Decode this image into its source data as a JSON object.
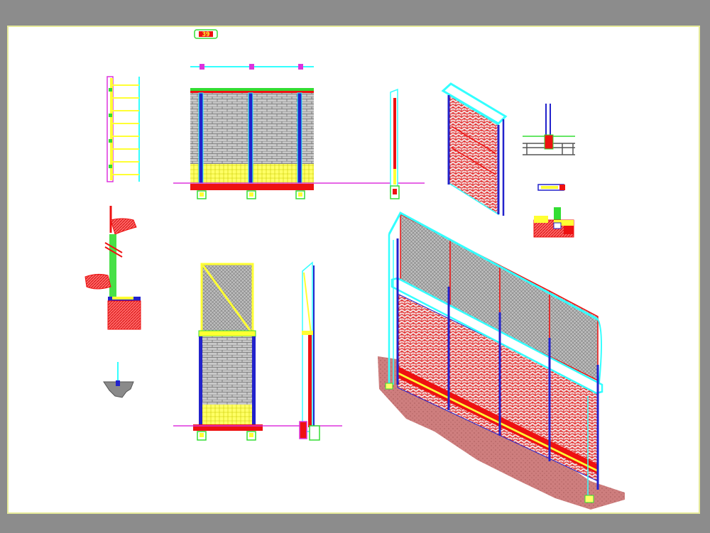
{
  "drawing": {
    "title_tag": "39",
    "colors": {
      "background": "#8c8c8c",
      "sheet": "#ffffff",
      "sheet_border": "#e6ea9a",
      "cyan": "#33ffff",
      "blue": "#2222cc",
      "yellow": "#ffff33",
      "green": "#33dd33",
      "red": "#ee1111",
      "magenta": "#dd33dd",
      "brick_gray": "#9a9a9a",
      "mesh_gray": "#a8a8a8",
      "ground": "#c06060"
    },
    "views": [
      "section-detail-left",
      "front-elevation-upper",
      "side-section-upper",
      "isometric-panel-small",
      "post-detail-top",
      "connector-detail",
      "base-block-detail",
      "gate-elevation",
      "gate-side-section",
      "isometric-fence"
    ]
  }
}
